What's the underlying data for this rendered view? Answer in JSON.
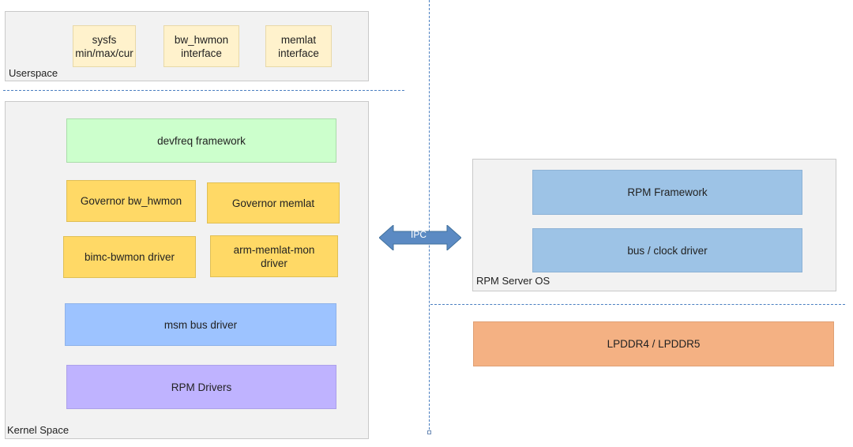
{
  "userspace": {
    "label": "Userspace",
    "boxes": [
      "sysfs\nmin/max/cur",
      "bw_hwmon\ninterface",
      "memlat\ninterface"
    ]
  },
  "kernel": {
    "label": "Kernel Space",
    "devfreq": "devfreq framework",
    "governor_bw_hwmon": "Governor bw_hwmon",
    "governor_memlat": "Governor memlat",
    "bimc_bwmon_driver": "bimc-bwmon driver",
    "arm_memlat_mon_driver": "arm-memlat-mon\ndriver",
    "msm_bus_driver": "msm bus driver",
    "rpm_drivers": "RPM Drivers"
  },
  "ipc": {
    "label": "IPC"
  },
  "rpm_server": {
    "label": "RPM Server OS",
    "framework": "RPM Framework",
    "bus_clock_driver": "bus / clock driver"
  },
  "memory": {
    "label": "LPDDR4 / LPDDR5"
  },
  "colors": {
    "light_yellow": "#fff2cc",
    "yellow": "#ffd966",
    "green": "#ccffcc",
    "blue": "#9dc3ff",
    "steel_blue": "#9dc3e6",
    "purple": "#bfb3ff",
    "orange": "#f4b183",
    "ipc_arrow": "#5b8ac3",
    "divider": "#4a7fc1"
  }
}
